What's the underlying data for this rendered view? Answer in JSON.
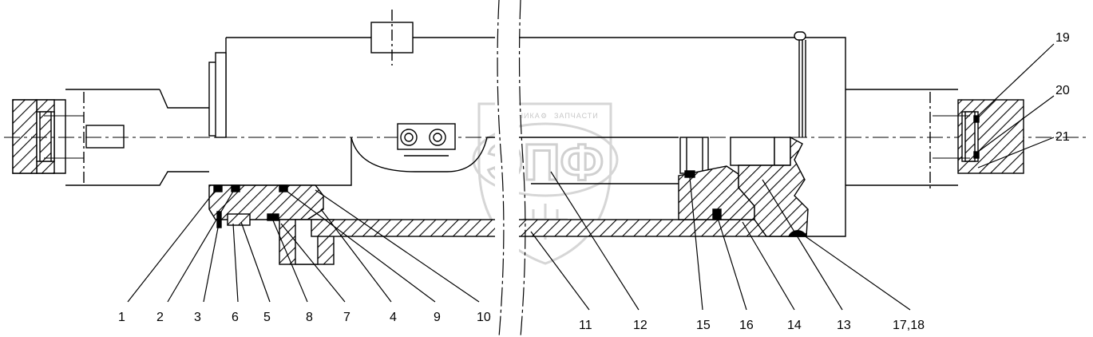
{
  "drawing": {
    "watermark": {
      "line1": "ТЕХНИКА",
      "symbol": "⚙",
      "line2": "ЗАПЧАСТИ",
      "big": "ЭПФ"
    },
    "colors": {
      "line": "#000000",
      "watermark": "#c8c8c8",
      "background": "#ffffff"
    },
    "callouts": [
      {
        "id": "1",
        "label": "1"
      },
      {
        "id": "2",
        "label": "2"
      },
      {
        "id": "3",
        "label": "3"
      },
      {
        "id": "6",
        "label": "6"
      },
      {
        "id": "5",
        "label": "5"
      },
      {
        "id": "8",
        "label": "8"
      },
      {
        "id": "7",
        "label": "7"
      },
      {
        "id": "4",
        "label": "4"
      },
      {
        "id": "9",
        "label": "9"
      },
      {
        "id": "10",
        "label": "10"
      },
      {
        "id": "11",
        "label": "11"
      },
      {
        "id": "12",
        "label": "12"
      },
      {
        "id": "15",
        "label": "15"
      },
      {
        "id": "16",
        "label": "16"
      },
      {
        "id": "14",
        "label": "14"
      },
      {
        "id": "13",
        "label": "13"
      },
      {
        "id": "17-18",
        "label": "17,18"
      },
      {
        "id": "19",
        "label": "19"
      },
      {
        "id": "20",
        "label": "20"
      },
      {
        "id": "21",
        "label": "21"
      }
    ]
  }
}
